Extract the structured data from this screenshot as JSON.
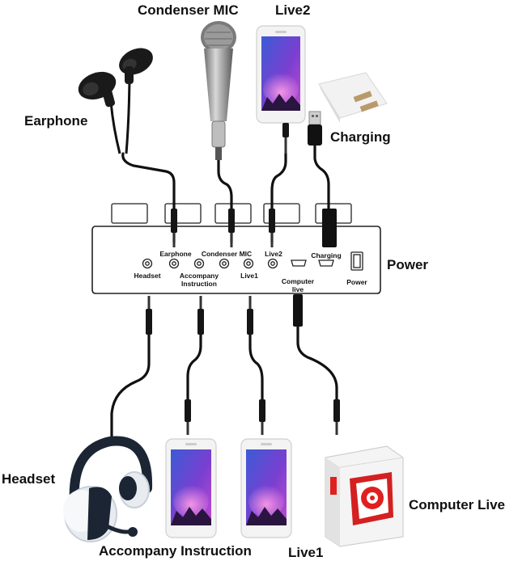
{
  "labels": {
    "condenser_mic": "Condenser MIC",
    "live2": "Live2",
    "earphone": "Earphone",
    "charging": "Charging",
    "power": "Power",
    "headset": "Headset",
    "computer_live": "Computer Live",
    "accompany_instruction": "Accompany Instruction",
    "live1": "Live1"
  },
  "panel": {
    "earphone": "Earphone",
    "condenser_mic": "Condenser MIC",
    "live2": "Live2",
    "charging": "Charging",
    "headset": "Headset",
    "accompany_line1": "Accompany",
    "accompany_line2": "Instruction",
    "live1": "Live1",
    "computer_line1": "Computer",
    "computer_line2": "live",
    "power": "Power"
  },
  "colors": {
    "cable": "#111111",
    "outline": "#222222",
    "phone_screen_top": "#3b5bd6",
    "phone_screen_bottom": "#c04ad0",
    "computer_accent": "#e02020"
  },
  "icons": [
    "earphone-icon",
    "microphone-icon",
    "phone-icon",
    "usb-charger-icon",
    "headset-icon",
    "computer-tower-icon",
    "audio-jack-icon",
    "usb-plug-icon"
  ]
}
